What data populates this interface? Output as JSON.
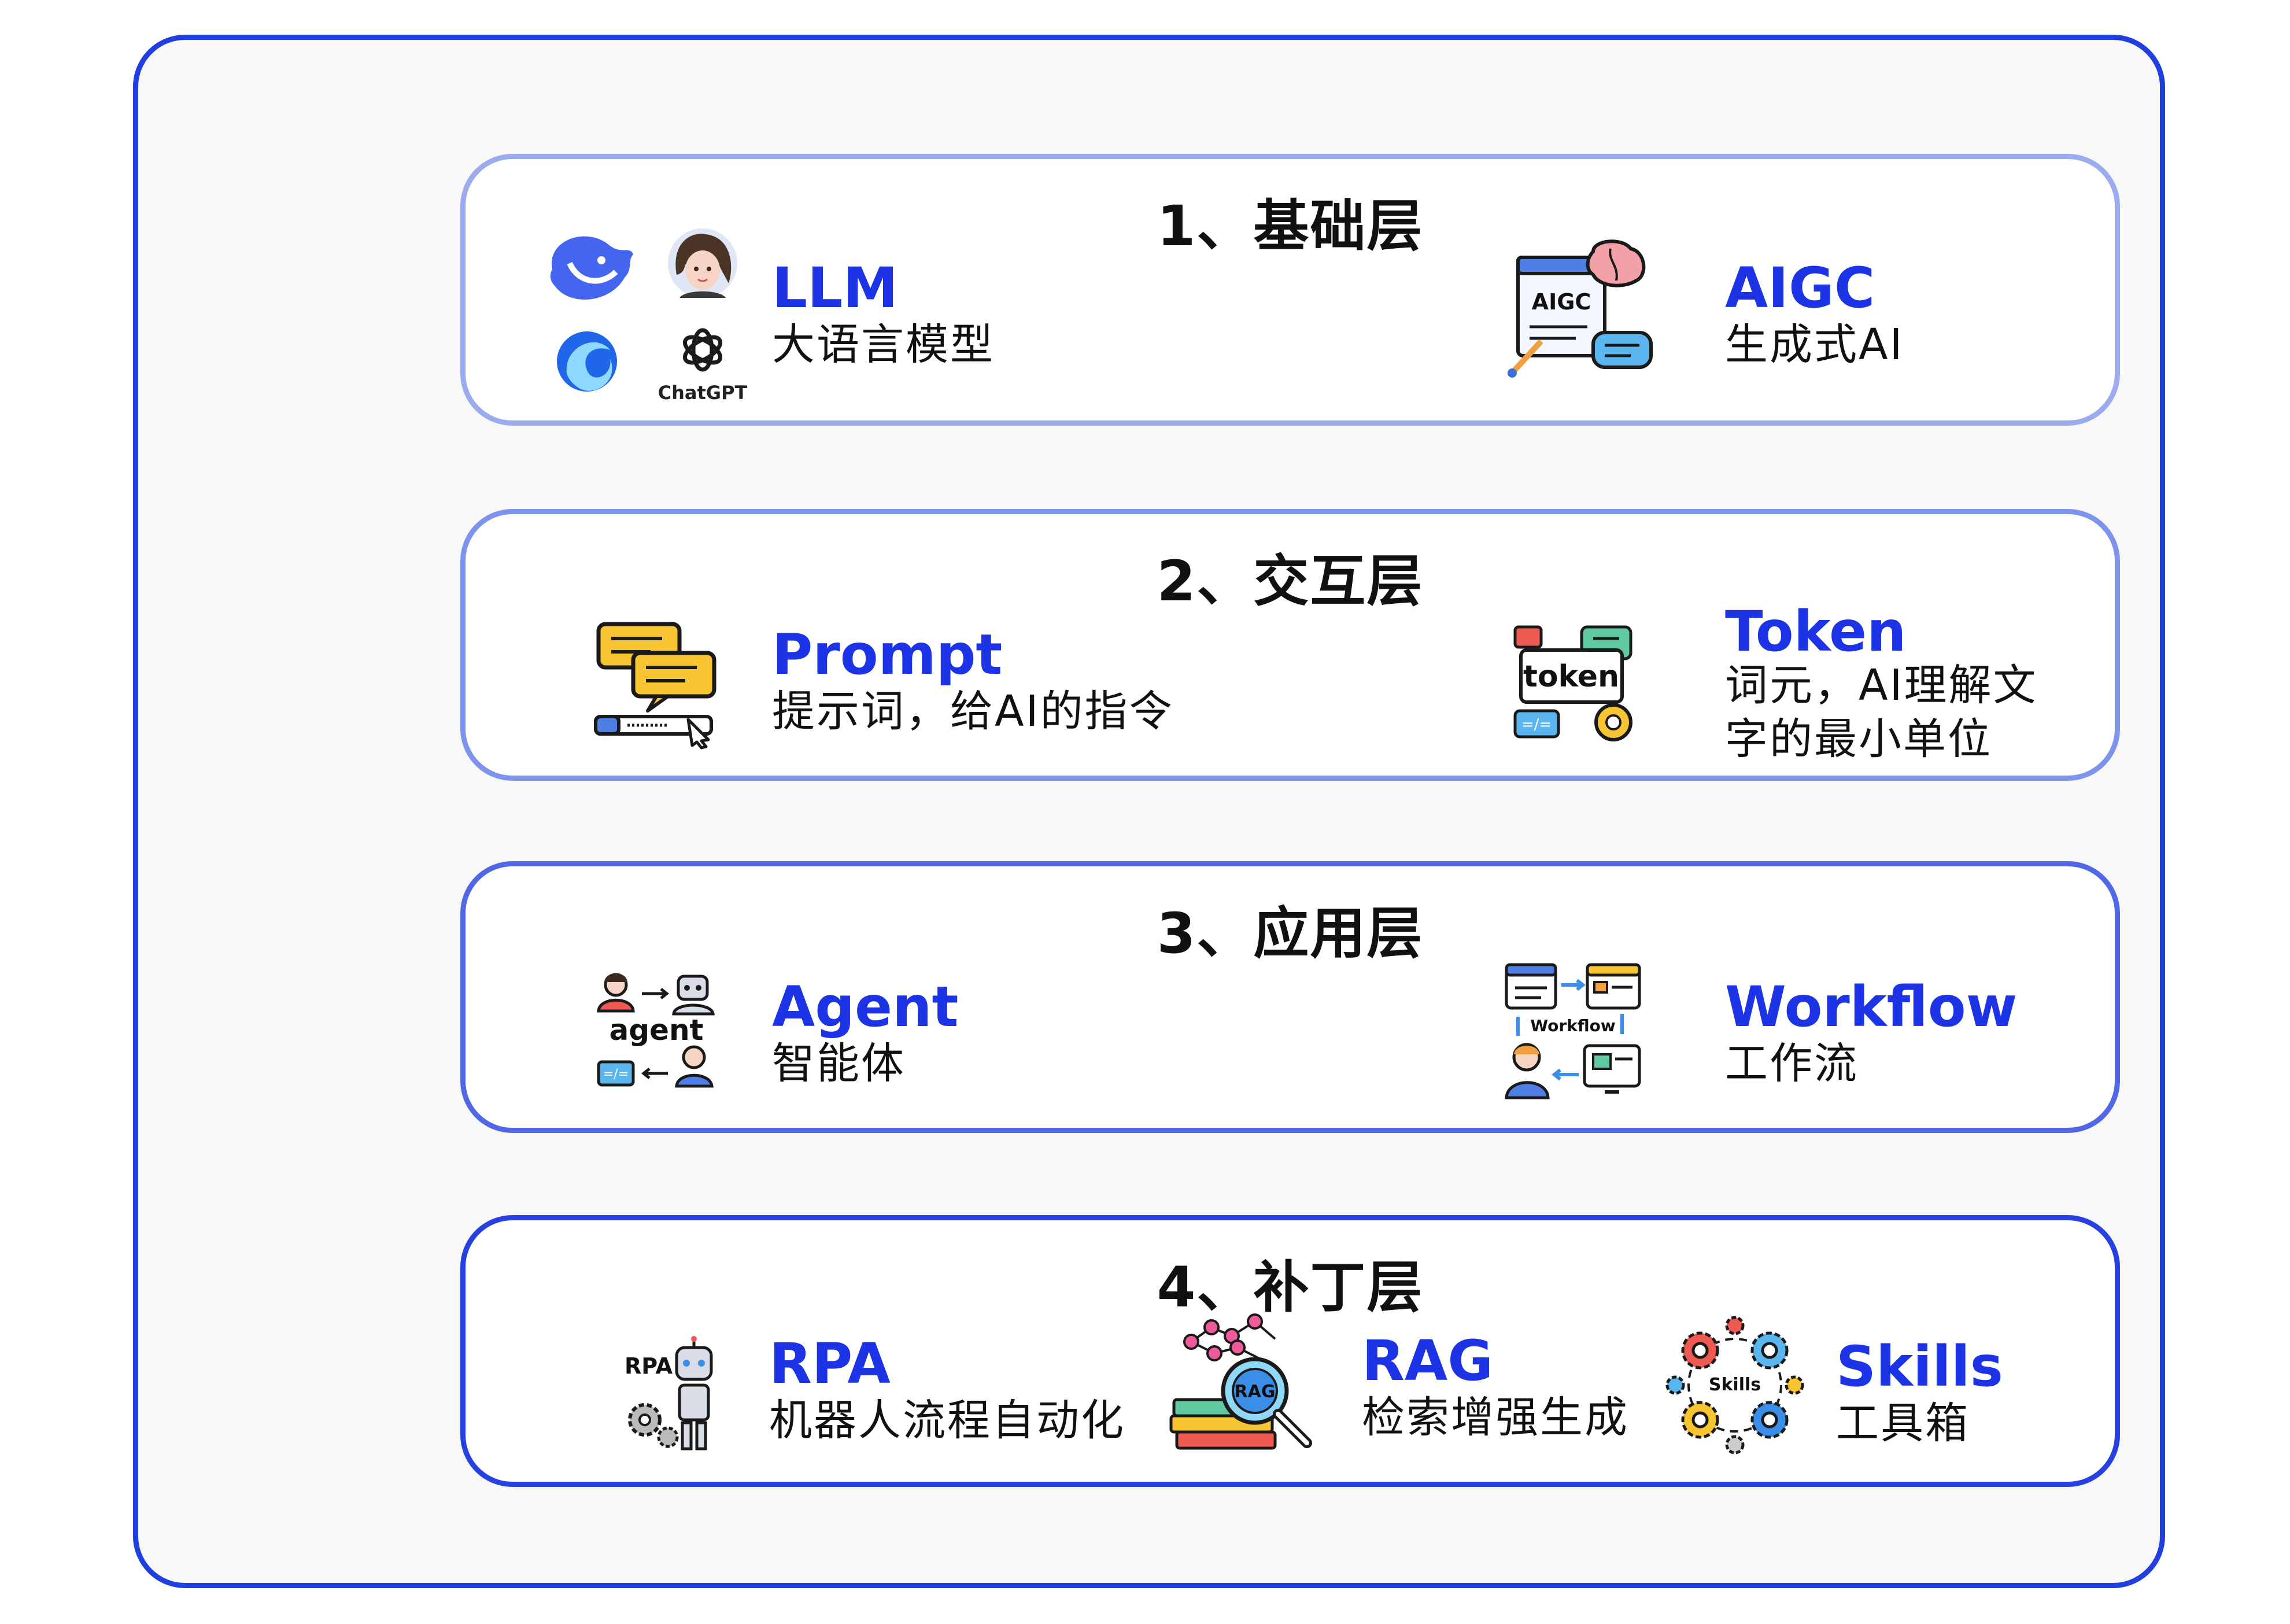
{
  "layers": [
    {
      "title": "1、基础层",
      "items": [
        {
          "term": "LLM",
          "desc": "大语言模型",
          "icon": "llm-models-icon",
          "caption": "ChatGPT"
        },
        {
          "term": "AIGC",
          "desc": "生成式AI",
          "icon": "aigc-icon",
          "caption": "AIGC"
        }
      ]
    },
    {
      "title": "2、交互层",
      "items": [
        {
          "term": "Prompt",
          "desc": "提示词，给AI的指令",
          "icon": "prompt-icon"
        },
        {
          "term": "Token",
          "desc_lines": [
            "词元，AI理解文",
            "字的最小单位"
          ],
          "icon": "token-icon",
          "caption": "token"
        }
      ]
    },
    {
      "title": "3、应用层",
      "items": [
        {
          "term": "Agent",
          "desc": "智能体",
          "icon": "agent-icon",
          "caption": "agent"
        },
        {
          "term": "Workflow",
          "desc": "工作流",
          "icon": "workflow-icon",
          "caption": "Workflow"
        }
      ]
    },
    {
      "title": "4、补丁层",
      "items": [
        {
          "term": "RPA",
          "desc": "机器人流程自动化",
          "icon": "rpa-icon",
          "caption": "RPA"
        },
        {
          "term": "RAG",
          "desc": "检索增强生成",
          "icon": "rag-icon",
          "caption": "RAG"
        },
        {
          "term": "Skills",
          "desc": "工具箱",
          "icon": "skills-icon",
          "caption": "Skills"
        }
      ]
    }
  ],
  "colors": {
    "outer_border": "#1f3fe0",
    "layer_borders": [
      "#9aabee",
      "#7d93ec",
      "#5168e6",
      "#2740e2"
    ],
    "term": "#1d34e6",
    "text": "#111111"
  }
}
